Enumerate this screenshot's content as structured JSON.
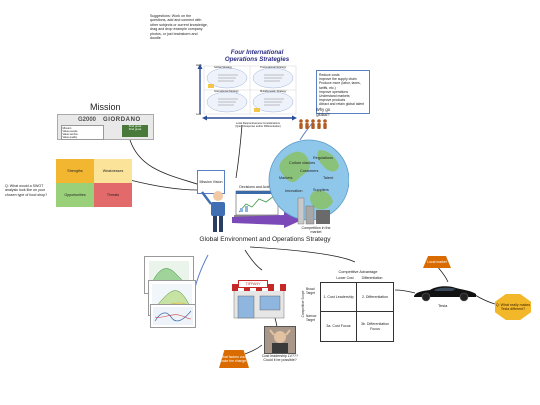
{
  "suggestions": "Suggestions: Work on the questions, add and connect with other subjects or current knowledge, drag and drop example company photos, or just brainstorm and doodle",
  "strategies": {
    "title_line1": "Four International",
    "title_line2": "Operations Strategies",
    "axis_high": "High",
    "axis_low": "Low",
    "quadrants": [
      "Global Strategy",
      "Transnational Strategy",
      "International Strategy",
      "Multidomestic Strategy"
    ],
    "caption": "Local Responsiveness Considerations",
    "caption2": "(Quick Response and/or Differentiation)"
  },
  "why_global": {
    "question": "Why go global?",
    "reasons": [
      "Reduce costs",
      "Improve the supply chain",
      "Produce more (labor, taxes, tariffs, etc.)",
      "Improve operations",
      "Understand markets",
      "Improve products",
      "Attract and retain global talent"
    ]
  },
  "mission": {
    "title": "Mission",
    "brand": "GIORDANO",
    "brand_prefix": "G2000",
    "panel_lines": [
      "Mission",
      "Value people",
      "Value service",
      "Value quality"
    ],
    "panel_right": [
      "Find great",
      "Find great"
    ]
  },
  "swot": {
    "strengths": "Strengths",
    "weaknesses": "Weaknesses",
    "opportunities": "Opportunities",
    "threats": "Threats",
    "question": "Q: What would a SWOT analysis look like on your chosen type of food shop?"
  },
  "center": {
    "mission_vision": "Mission Vision",
    "decisions": "Decisions and Acting",
    "competition": "Competition in the market",
    "title": "Global Environment and Operations Strategy"
  },
  "globe_labels": [
    "Culture clashes",
    "Regulations",
    "Customers",
    "Markets",
    "Talent",
    "Innovation",
    "Suppliers"
  ],
  "competitive": {
    "title": "Competitive Advantage",
    "lower_cost": "Lower Cost",
    "differentiation": "Differentiation",
    "broad_target": "Broad Target",
    "narrow_target": "Narrow Target",
    "scope_label": "Competitive Scope",
    "cells": [
      "1. Cost Leadership",
      "2. Differentiation",
      "3a. Cost Focus",
      "3b. Differentiation Focus"
    ]
  },
  "shop_sign": "TIFFANY",
  "car_label": "Tesla",
  "orange_top": "Local market",
  "orange_q": "Q: What really makes Tesla different?",
  "cost_question": "Cost leadership LV??? Could it be possible?",
  "trap_left": "What factors could make the change?",
  "colors": {
    "strengths": "#f2b631",
    "weaknesses": "#fbe39a",
    "opportunities": "#9bd07a",
    "threats": "#e36a6a",
    "orange": "#e69a1e",
    "note_border": "#5b7fc4",
    "arrow_purple": "#7b4ab8"
  }
}
